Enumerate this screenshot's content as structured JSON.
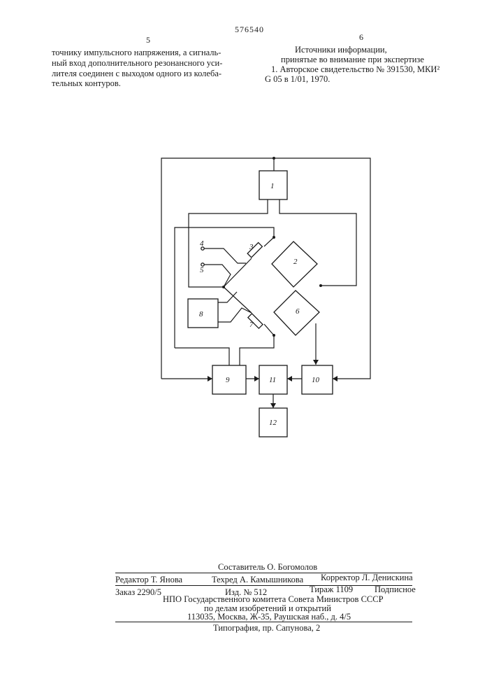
{
  "header": {
    "patent_number": "576540",
    "left_column_number": "5",
    "right_column_number": "6"
  },
  "left_column": {
    "lines": [
      "точнику импульсного напряжения, а сигналь-",
      "ный вход дополнительного резонансного уси-",
      "лителя соединен с выходом одного из колеба-",
      "тельных контуров."
    ]
  },
  "right_column": {
    "heading1": "Источники информации,",
    "heading2": "принятые во внимание при экспертизе",
    "ref_line1": "1. Авторское свидетельство № 391530, МКИ²",
    "ref_line2": "G 05 в 1/01, 1970."
  },
  "diagram": {
    "blocks": {
      "b1": "1",
      "b2": "2",
      "b6": "6",
      "b8": "8",
      "b9": "9",
      "b10": "10",
      "b11": "11",
      "b12": "12"
    },
    "elements": {
      "r3": "3",
      "r7": "7",
      "t4": "4",
      "t5": "5"
    }
  },
  "footer": {
    "compiler": "Составитель О. Богомолов",
    "editor": "Редактор Т. Янова",
    "techred": "Техред А. Камышникова",
    "corrector": "Корректор Л. Денискина",
    "order": "Заказ 2290/5",
    "edition": "Изд. № 512",
    "circulation": "Тираж 1109",
    "subscription": "Подписное",
    "org1": "НПО Государственного комитета Совета Министров СССР",
    "org2": "по делам изобретений и открытий",
    "address": "113035, Москва, Ж-35, Раушская наб., д. 4/5",
    "printing": "Типография, пр. Сапунова, 2"
  }
}
